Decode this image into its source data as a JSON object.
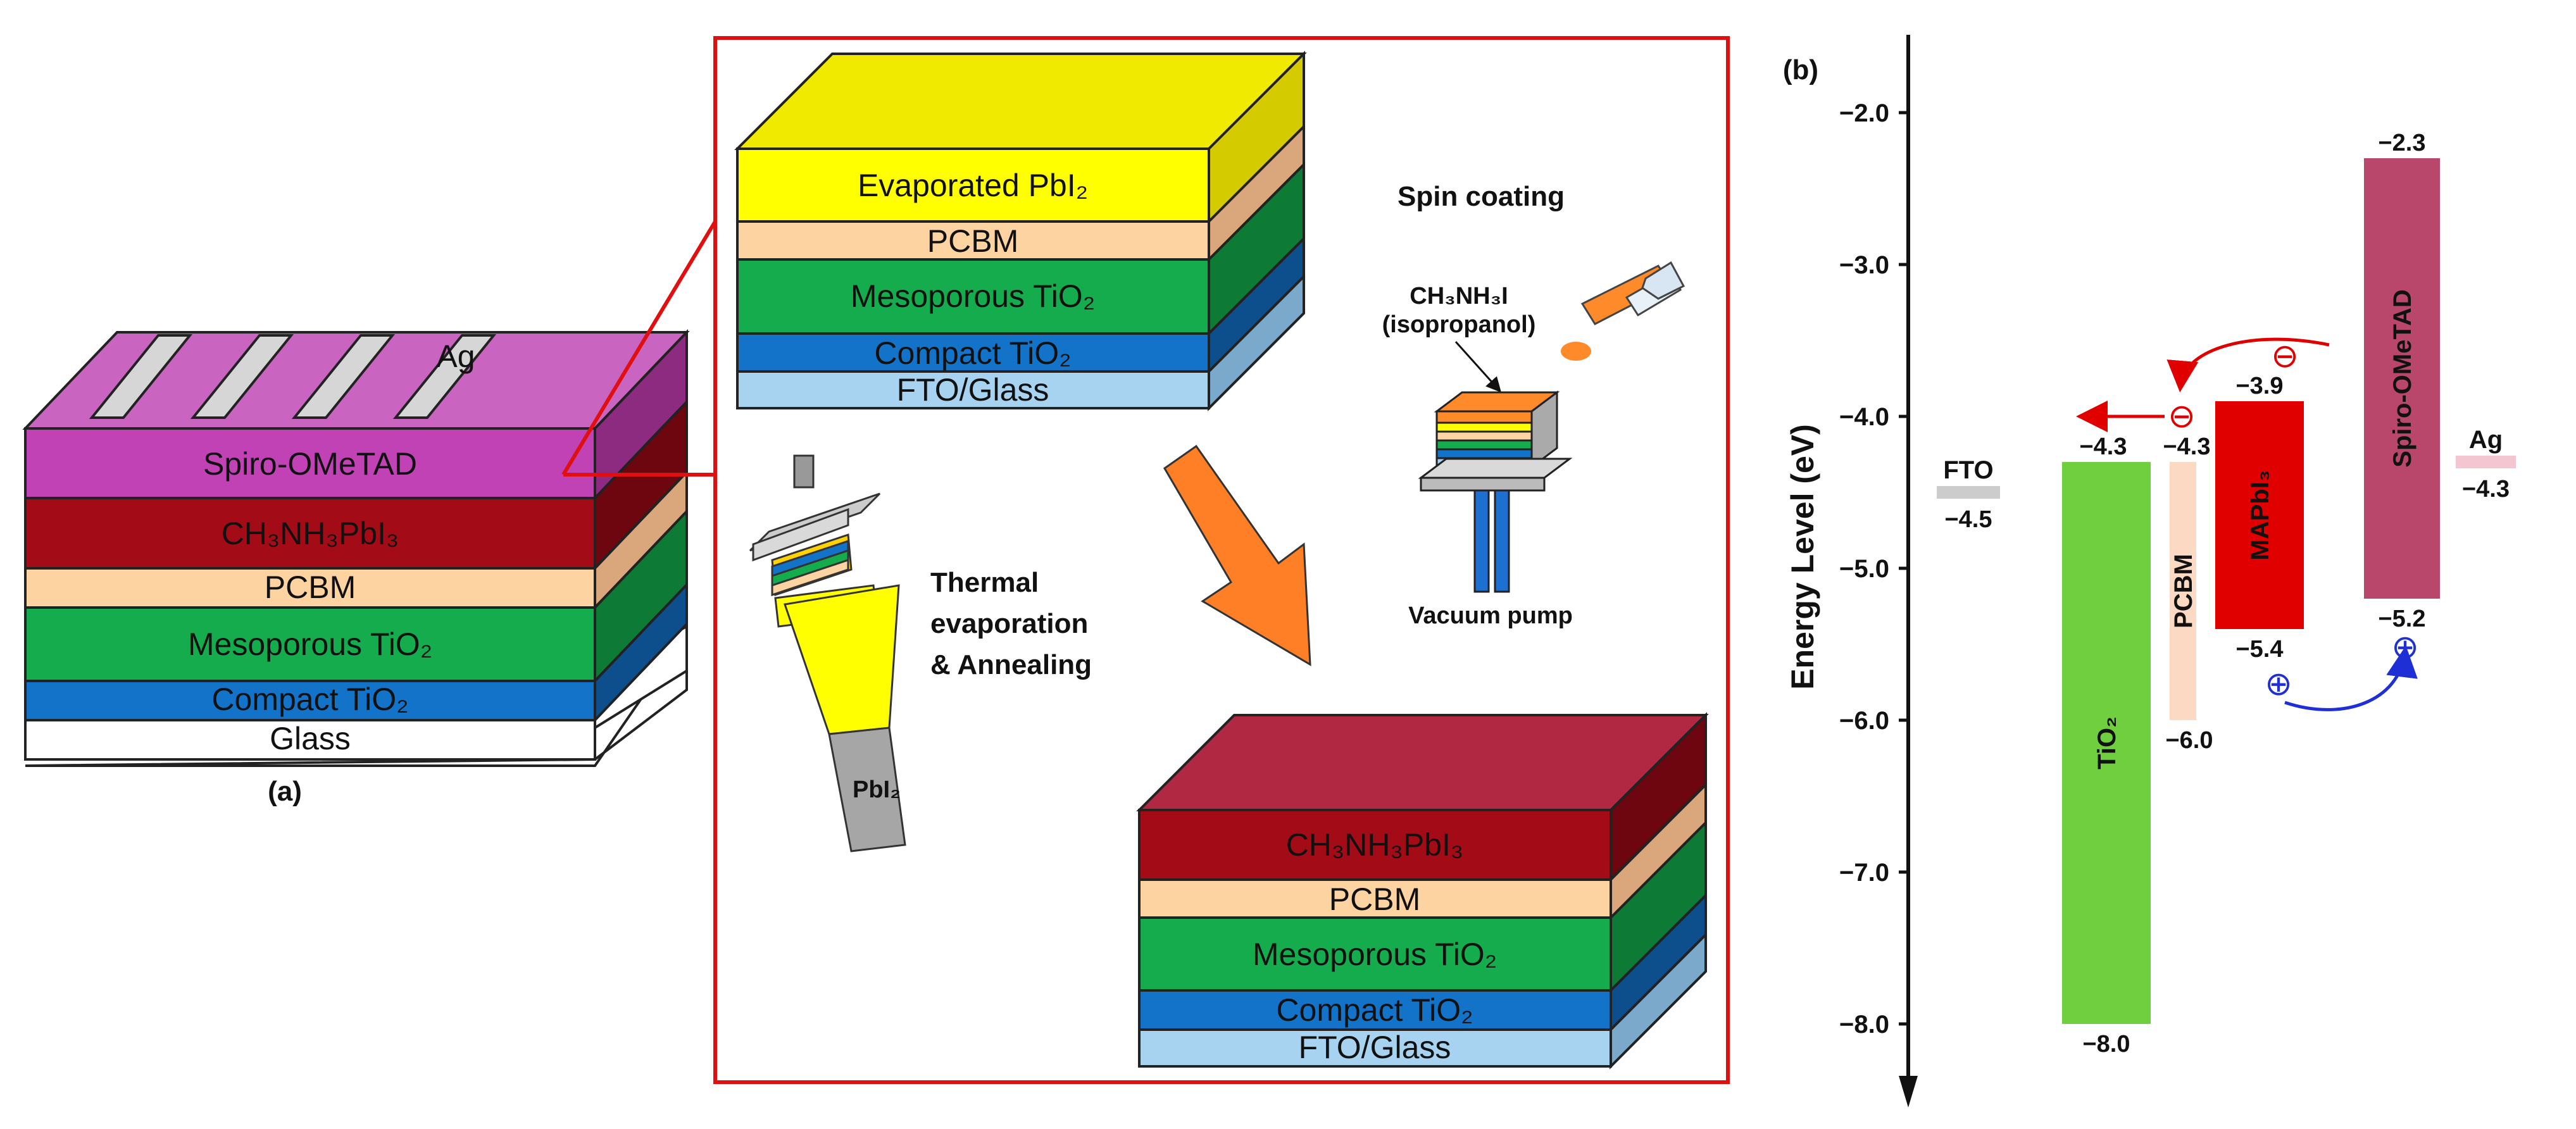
{
  "panel_a": {
    "label": "(a)",
    "device_layers": {
      "ag": "Ag",
      "spiro": "Spiro-OMeTAD",
      "perov": "CH₃NH₃PbI₃",
      "pcbm": "PCBM",
      "meso": "Mesoporous TiO₂",
      "compact": "Compact TiO₂",
      "glass": "Glass"
    },
    "top_stack": {
      "evap": "Evaporated PbI₂",
      "pcbm": "PCBM",
      "meso": "Mesoporous TiO₂",
      "compact": "Compact TiO₂",
      "fto": "FTO/Glass"
    },
    "bottom_stack": {
      "perov": "CH₃NH₃PbI₃",
      "pcbm": "PCBM",
      "meso": "Mesoporous TiO₂",
      "compact": "Compact TiO₂",
      "fto": "FTO/Glass"
    },
    "spin_coating": "Spin coating",
    "solution_line1": "CH₃NH₃I",
    "solution_line2": "(isopropanol)",
    "vacuum_pump": "Vacuum pump",
    "thermal_line1": "Thermal",
    "thermal_line2": "evaporation",
    "thermal_line3": "& Annealing",
    "pbi2_source": "PbI₂"
  },
  "panel_b": {
    "label": "(b)",
    "ylabel": "Energy Level (eV)",
    "ticks": [
      "-2.0",
      "-3.0",
      "-4.0",
      "-5.0",
      "-6.0",
      "-7.0",
      "-8.0"
    ],
    "electron_symbol": "⊖",
    "hole_symbol": "⊕"
  },
  "chart_data": {
    "type": "bar",
    "ylabel": "Energy Level (eV)",
    "ylim": [
      -8.2,
      -1.5
    ],
    "materials": [
      {
        "name": "FTO",
        "level": -4.5,
        "label": "−4.5",
        "color": "#cccccc"
      },
      {
        "name": "TiO₂",
        "top": -4.3,
        "bottom": -8.0,
        "top_label": "−4.3",
        "bottom_label": "−8.0",
        "color": "#6fcf3f"
      },
      {
        "name": "PCBM",
        "top": -4.3,
        "bottom": -6.0,
        "top_label": "−4.3",
        "bottom_label": "−6.0",
        "color": "#fbd9c2"
      },
      {
        "name": "MAPbI₃",
        "top": -3.9,
        "bottom": -5.4,
        "top_label": "−3.9",
        "bottom_label": "−5.4",
        "color": "#e00000"
      },
      {
        "name": "Spiro-OMeTAD",
        "top": -2.3,
        "bottom": -5.2,
        "top_label": "−2.3",
        "bottom_label": "−5.2",
        "color": "#b8476b"
      },
      {
        "name": "Ag",
        "level": -4.3,
        "label": "−4.3",
        "color": "#f4c6d2"
      }
    ]
  }
}
